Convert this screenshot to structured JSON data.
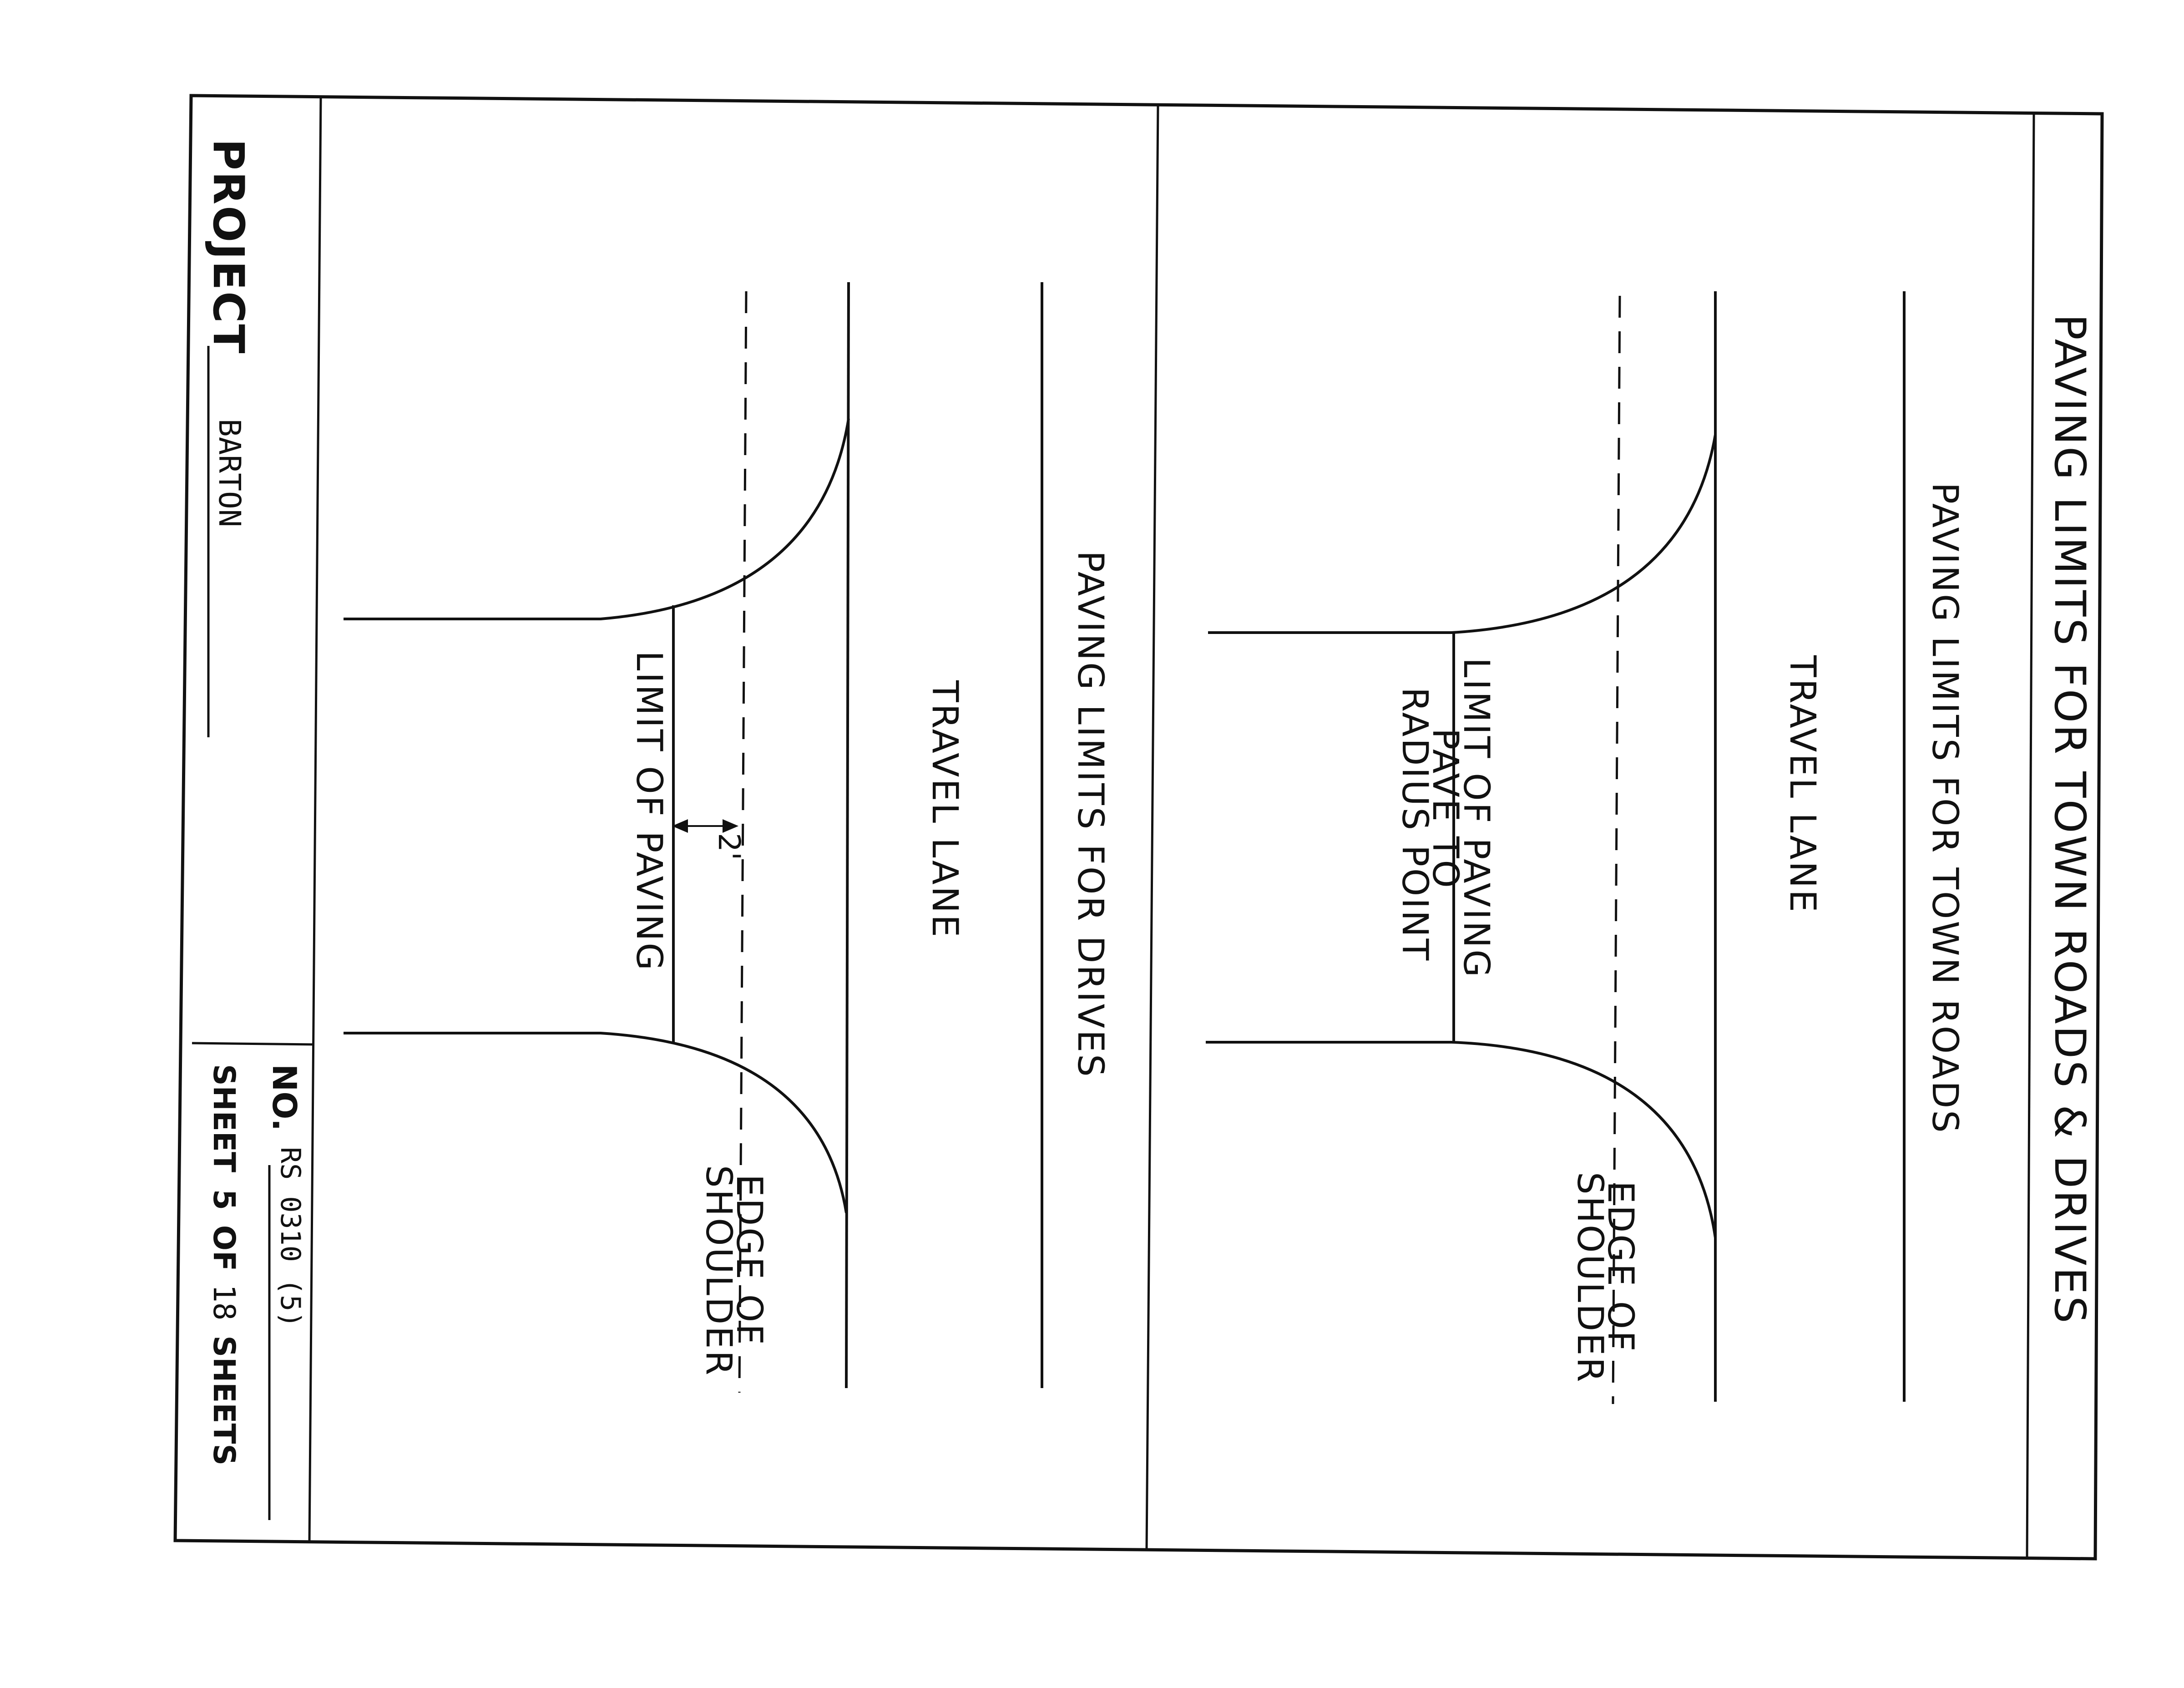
{
  "sheet_title": "PAVING LIMITS FOR TOWN ROADS & DRIVES",
  "town_roads": {
    "heading": "PAVING LIMITS FOR TOWN ROADS",
    "travel_lane": "TRAVEL LANE",
    "limit_of_paving": "LIMIT OF PAVING",
    "pave_to": "PAVE TO",
    "radius_point": "RADIUS POINT",
    "edge_of": "EDGE OF",
    "shoulder": "SHOULDER"
  },
  "drives": {
    "heading": "PAVING LIMITS FOR DRIVES",
    "travel_lane": "TRAVEL LANE",
    "limit_of_paving": "LIMIT OF PAVING",
    "dimension": "2'",
    "edge_of": "EDGE OF",
    "shoulder": "SHOULDER"
  },
  "title_block": {
    "project_label": "PROJECT",
    "project_name": "BARTON",
    "no_label": "NO.",
    "no_value": "RS 0310 (5)",
    "sheet_label": "SHEET",
    "sheet_number": "5",
    "of_label": "OF",
    "total_sheets": "18",
    "sheets_label": "SHEETS"
  },
  "colors": {
    "ink": "#111111",
    "paper": "#ffffff"
  }
}
